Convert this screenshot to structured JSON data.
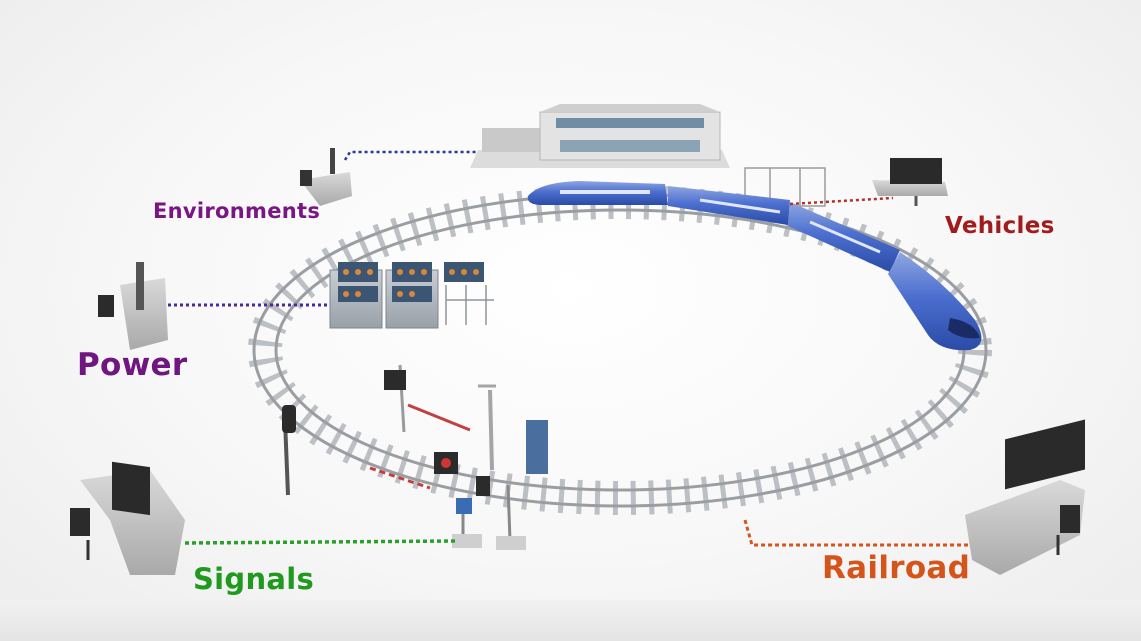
{
  "labels": {
    "environments": "Environments",
    "vehicles": "Vehicles",
    "power": "Power",
    "signals": "Signals",
    "railroad": "Railroad"
  },
  "colors": {
    "environments": "#7a1585",
    "vehicles": "#a31a1a",
    "power": "#6f1680",
    "signals": "#1f9a1f",
    "railroad": "#d4541b",
    "link_environments": "#2a3a9a",
    "link_vehicles": "#b23030",
    "link_power": "#4a2a9a",
    "link_signals": "#2aa02a",
    "link_railroad": "#d4541b",
    "track": "#b9bcc0",
    "train": "#3a62c9"
  }
}
